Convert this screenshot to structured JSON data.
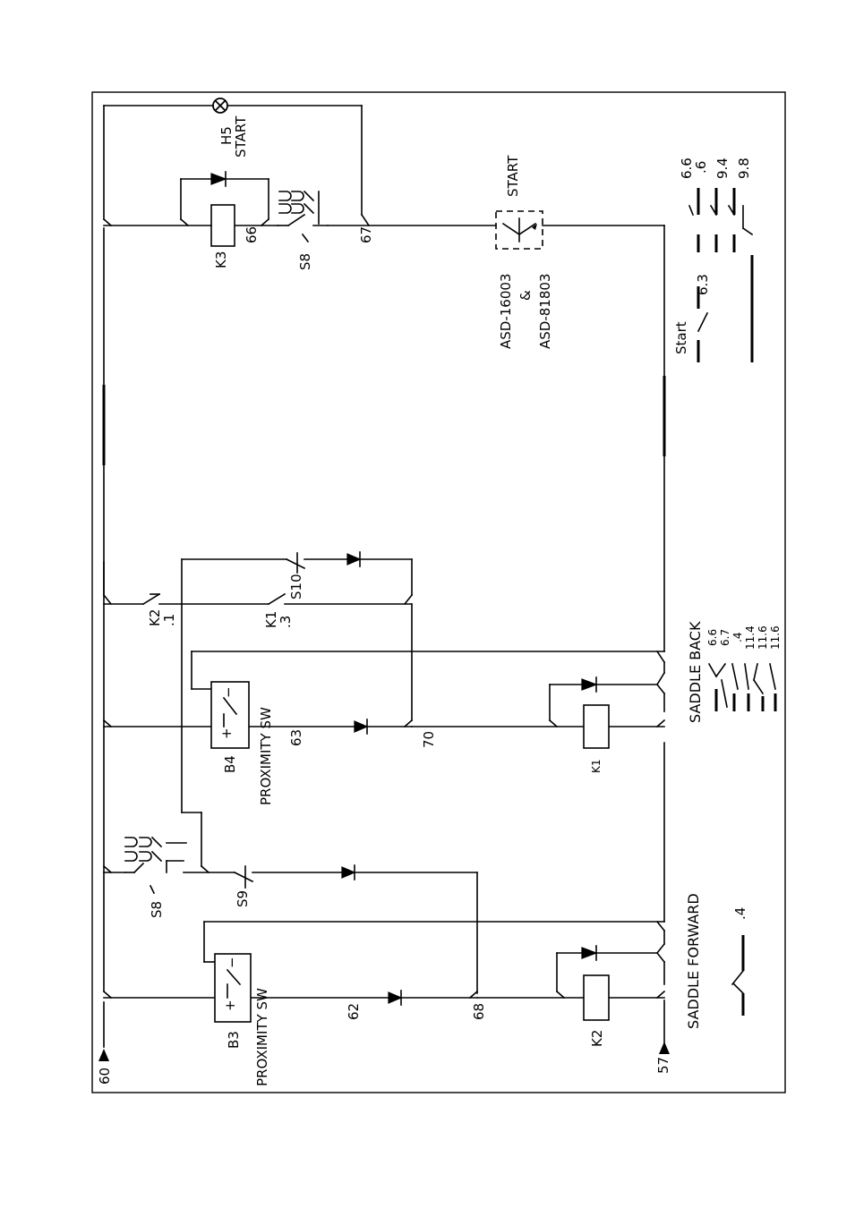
{
  "wires": {
    "w60": "60",
    "w57": "57",
    "w62": "62",
    "w68": "68",
    "w63": "63",
    "w70": "70",
    "w66": "66",
    "w67": "67"
  },
  "components": {
    "b3": "B3",
    "b3_type": "PROXIMITY SW",
    "b4": "B4",
    "b4_type": "PROXIMITY SW",
    "s8_left": "S8",
    "s9": "S9",
    "s10": "S10",
    "s8_right": "S8",
    "k1_contact": "K1",
    "k1_contact_ref": ".3",
    "k2_contact": "K2",
    "k2_contact_ref": ".1",
    "k1_coil": "K1",
    "k2_coil": "K2",
    "k3_coil": "K3",
    "h5": "H5",
    "h5_label": "START",
    "sensor_model_1": "ASD-16003",
    "sensor_amp": "&",
    "sensor_model_2": "ASD-81803",
    "sensor_label": "START",
    "sign_plus": "+",
    "sign_minus": "−"
  },
  "legend": {
    "saddle_forward": "SADDLE FORWARD",
    "saddle_forward_ref": ".4",
    "saddle_back": "SADDLE BACK",
    "saddle_back_refs": [
      "6.6",
      "6.7",
      ".4",
      "11.4",
      "11.6",
      "11.6"
    ],
    "start": "Start",
    "start_ref": "6.3",
    "k3_refs": [
      "6.6",
      ".6",
      "9.4",
      "9.8"
    ]
  }
}
